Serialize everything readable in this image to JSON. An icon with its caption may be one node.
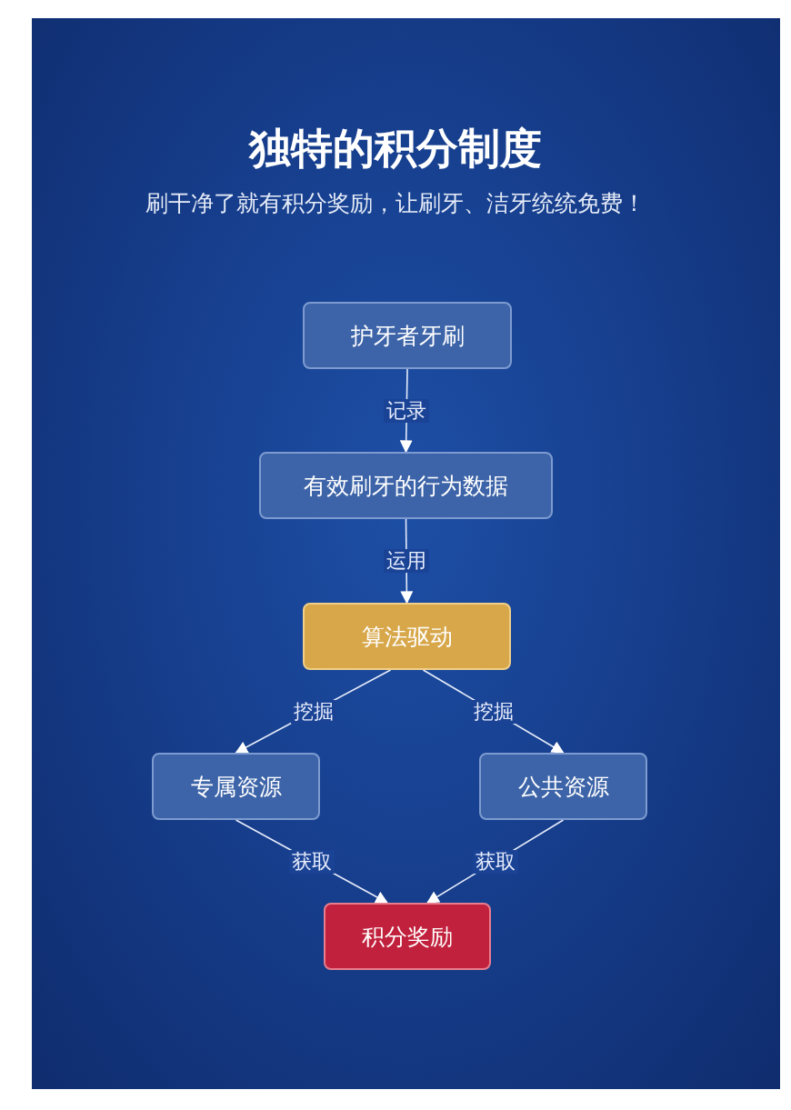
{
  "diagram": {
    "title": "独特的积分制度",
    "nodes": [
      {
        "text": [
          "护牙者牙刷"
        ]
      },
      {
        "text": [
          "有效刷牙的行为数据"
        ]
      },
      {
        "text": [
          "算法驱动"
        ]
      },
      {
        "text": [
          "专属资源"
        ]
      },
      {
        "text": [
          "公共资源"
        ]
      },
      {
        "text": [
          "积分奖励"
        ]
      }
    ],
    "edges": [
      {
        "from": 0,
        "to": 1,
        "arrow": "to",
        "label": "记录"
      },
      {
        "from": 1,
        "to": 2,
        "arrow": "to",
        "label": "运用"
      },
      {
        "from": 2,
        "to": 3,
        "arrow": "to",
        "label": "挖掘"
      },
      {
        "from": 2,
        "to": 4,
        "arrow": "to",
        "label": "挖掘"
      },
      {
        "from": 3,
        "to": 5,
        "arrow": "to",
        "label": "获取"
      },
      {
        "from": 4,
        "to": 5,
        "arrow": "to",
        "label": "获取"
      }
    ],
    "labels": [
      "刷干净了就有积分奖励，让刷牙、洁牙统统免费！"
    ]
  }
}
